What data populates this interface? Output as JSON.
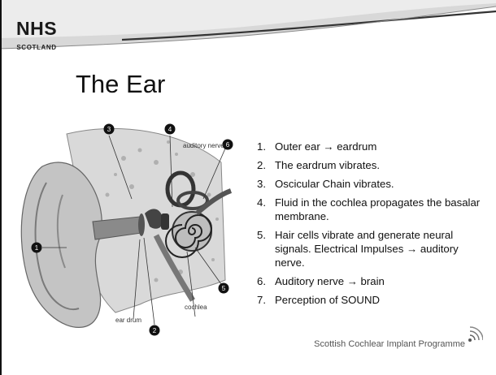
{
  "logo": {
    "primary": "NHS",
    "secondary": "SCOTLAND"
  },
  "title": "The Ear",
  "diagram": {
    "labels": {
      "auditory_nerve": "auditory nerve",
      "ear_drum": "ear drum",
      "cochlea": "cochlea"
    },
    "markers": [
      "1",
      "2",
      "3",
      "4",
      "5",
      "6"
    ]
  },
  "steps": [
    {
      "num": "1.",
      "text": "Outer ear → eardrum"
    },
    {
      "num": "2.",
      "text": "The eardrum vibrates."
    },
    {
      "num": "3.",
      "text": "Oscicular Chain vibrates."
    },
    {
      "num": "4.",
      "text": "Fluid in the cochlea propagates the basalar membrane."
    },
    {
      "num": "5.",
      "text": "Hair cells vibrate and generate neural signals. Electrical Impulses → auditory nerve."
    },
    {
      "num": "6.",
      "text": "Auditory nerve → brain"
    },
    {
      "num": "7.",
      "text": "Perception of SOUND"
    }
  ],
  "footer": {
    "text": "Scottish Cochlear Implant Programme"
  }
}
